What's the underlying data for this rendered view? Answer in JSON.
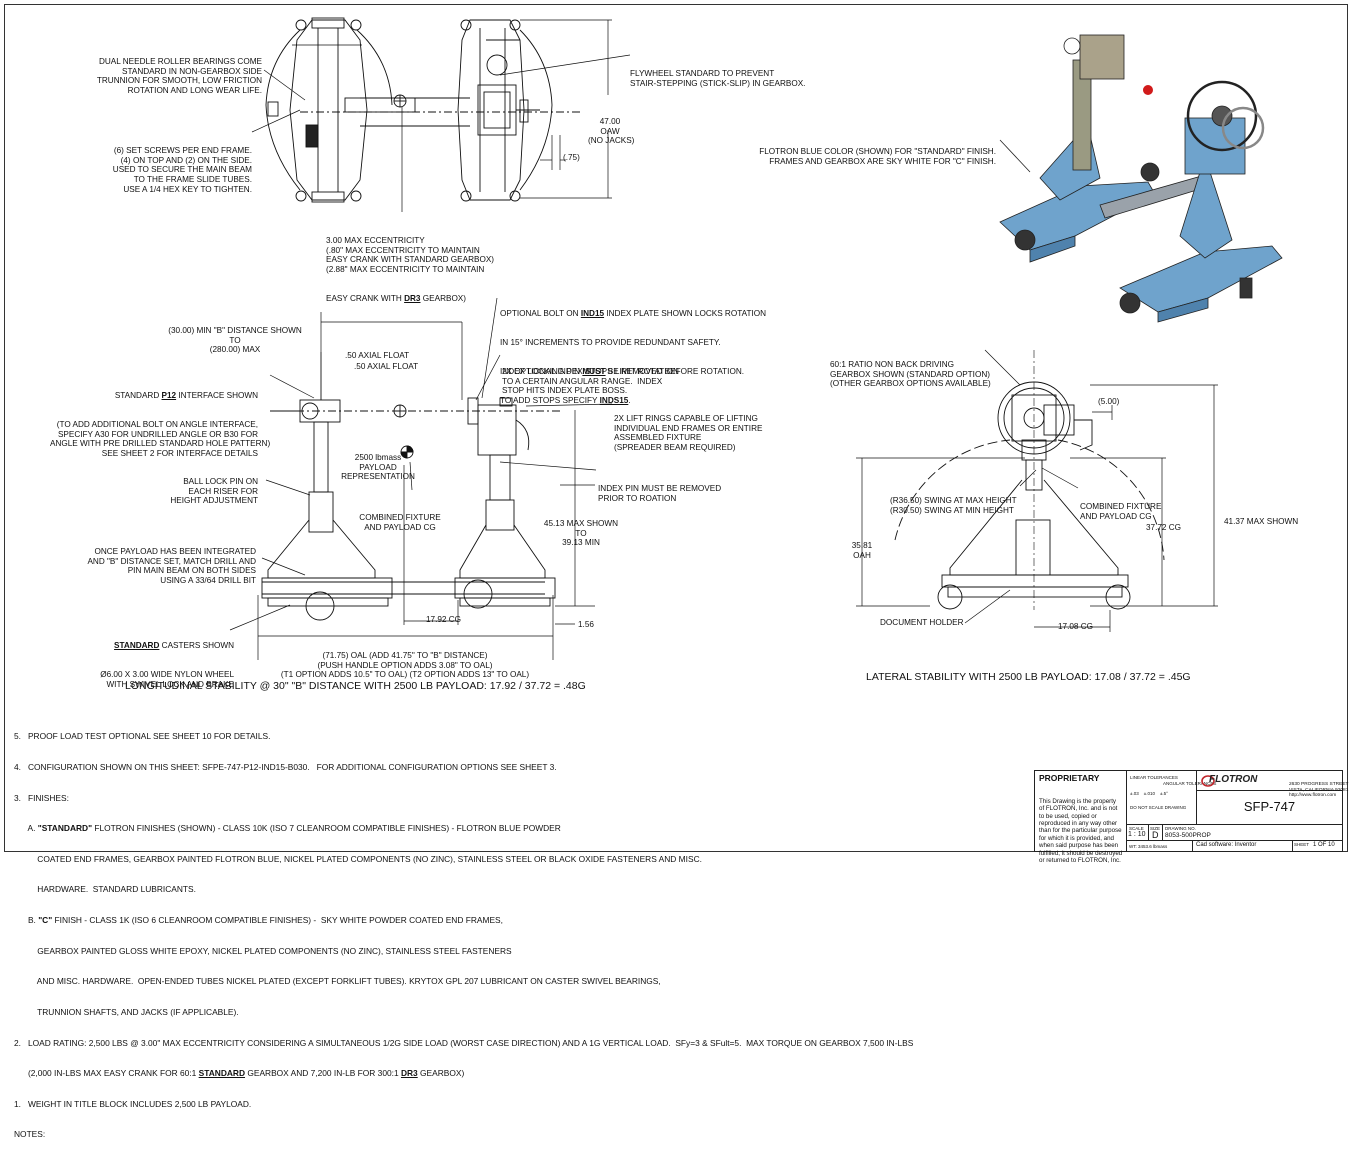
{
  "top_view": {
    "left_notes": [
      "DUAL NEEDLE ROLLER BEARINGS COME",
      "STANDARD IN NON-GEARBOX SIDE",
      "TRUNNION FOR SMOOTH, LOW FRICTION",
      "ROTATION AND LONG WEAR LIFE."
    ],
    "set_screws": [
      "(6) SET SCREWS PER END FRAME.",
      "(4) ON TOP AND (2) ON THE SIDE.",
      "USED TO SECURE THE MAIN BEAM",
      "TO THE FRAME SLIDE TUBES.",
      "USE A 1/4 HEX KEY TO TIGHTEN."
    ],
    "eccentricity": [
      "3.00 MAX ECCENTRICITY",
      "(.80\" MAX ECCENTRICITY TO MAINTAIN",
      "EASY CRANK WITH STANDARD GEARBOX)",
      "(2.88\" MAX ECCENTRICITY TO MAINTAIN"
    ],
    "ecc_last_pre": "EASY CRANK WITH ",
    "ecc_last_bold": "DR3",
    "ecc_last_post": " GEARBOX)",
    "flywheel": [
      "FLYWHEEL STANDARD TO PREVENT",
      "STAIR-STEPPING (STICK-SLIP) IN GEARBOX."
    ],
    "oaw": [
      "47.00",
      "OAW",
      "(NO JACKS)"
    ],
    "dim_75": "(.75)"
  },
  "iso": {
    "note": [
      "FLOTRON BLUE COLOR (SHOWN) FOR \"STANDARD\" FINISH.",
      "FRAMES AND GEARBOX ARE SKY WHITE FOR \"C\" FINISH."
    ]
  },
  "front_view": {
    "b_distance": [
      "(30.00) MIN \"B\" DISTANCE SHOWN",
      "TO",
      "(280.00) MAX"
    ],
    "optional_bolt": {
      "l1_pre": "OPTIONAL BOLT ON ",
      "l1_bold": "IND15",
      "l1_post": " INDEX PLATE SHOWN LOCKS ROTATION",
      "l2": "IN 15° INCREMENTS TO PROVIDE REDUNDANT SAFETY.",
      "l3_pre": "INDEX LOCKING PIN ",
      "l3_bold": "MUST",
      "l3_post": " BE REMOVED BEFORE ROTATION.",
      "l4_pre": "TO ADD STOPS SPECIFY ",
      "l4_bold": "INDS15",
      "l4_post": "."
    },
    "axial1": ".50 AXIAL FLOAT",
    "axial2": ".50 AXIAL FLOAT",
    "index_stops": [
      "2X OPTIONAL INDEX STOPS LIMIT ROTATION",
      "TO A CERTAIN ANGULAR RANGE.  INDEX",
      "STOP HITS INDEX PLATE BOSS."
    ],
    "interface": {
      "l1_pre": "STANDARD ",
      "l1_bold": "P12",
      "l1_post": " INTERFACE SHOWN",
      "rest": [
        "(TO ADD ADDITIONAL BOLT ON ANGLE INTERFACE,",
        "SPECIFY A30 FOR UNDRILLED ANGLE OR B30 FOR",
        "ANGLE WITH PRE DRILLED STANDARD HOLE PATTERN)",
        "SEE SHEET 2 FOR INTERFACE DETAILS"
      ]
    },
    "lift_rings": [
      "2X LIFT RINGS CAPABLE OF LIFTING",
      "INDIVIDUAL END FRAMES OR ENTIRE",
      "ASSEMBLED FIXTURE",
      "(SPREADER BEAM REQUIRED)"
    ],
    "payload": [
      "2500 lbmass",
      "PAYLOAD",
      "REPRESENTATION"
    ],
    "index_pin": [
      "INDEX PIN MUST BE REMOVED",
      "PRIOR TO ROATION"
    ],
    "ball_lock": [
      "BALL LOCK PIN ON",
      "EACH RISER FOR",
      "HEIGHT ADJUSTMENT"
    ],
    "combined_cg": [
      "COMBINED FIXTURE",
      "AND PAYLOAD CG"
    ],
    "max_shown": [
      "45.13 MAX SHOWN",
      "TO",
      "39.13 MIN"
    ],
    "once_payload": [
      "ONCE PAYLOAD HAS BEEN INTEGRATED",
      "AND \"B\" DISTANCE SET, MATCH DRILL AND",
      "PIN MAIN BEAM ON BOTH SIDES",
      "USING A 33/64 DRILL BIT"
    ],
    "casters": {
      "bold": "STANDARD",
      "post": " CASTERS SHOWN",
      "rest": [
        "Ø6.00 X 3.00 WIDE NYLON WHEEL",
        "WITH SWIVEL LOCK AND BRAKE"
      ]
    },
    "cg_dim": "17.92 CG",
    "dim_156": "1.56",
    "oal": [
      "(71.75) OAL (ADD 41.75\" TO \"B\" DISTANCE)",
      "(PUSH HANDLE OPTION ADDS 3.08\" TO OAL)",
      "(T1 OPTION ADDS 10.5\" TO OAL) (T2 OPTION ADDS 13\" TO OAL)"
    ],
    "stability": "LONGITUDINAL STABILITY @ 30\" \"B\" DISTANCE WITH 2500 LB PAYLOAD: 17.92 / 37.72 = .48G"
  },
  "side_view": {
    "gearbox": [
      "60:1 RATIO NON BACK DRIVING",
      "GEARBOX SHOWN (STANDARD OPTION)",
      "(OTHER GEARBOX OPTIONS AVAILABLE)"
    ],
    "dim_5": "(5.00)",
    "swing": [
      "(R36.50) SWING AT MAX HEIGHT",
      "(R30.50) SWING AT MIN HEIGHT"
    ],
    "combined_cg": [
      "COMBINED FIXTURE",
      "AND PAYLOAD CG"
    ],
    "oah": [
      "35.81",
      "OAH"
    ],
    "cg_3772": "37.72 CG",
    "max_4137": "41.37 MAX SHOWN",
    "doc_holder": "DOCUMENT HOLDER",
    "cg_1708": "17.08 CG",
    "stability": "LATERAL STABILITY WITH 2500 LB PAYLOAD: 17.08 / 37.72 = .45G"
  },
  "notes": {
    "n5": "5.   PROOF LOAD TEST OPTIONAL SEE SHEET 10 FOR DETAILS.",
    "n4": "4.   CONFIGURATION SHOWN ON THIS SHEET: SFPE-747-P12-IND15-B030.   FOR ADDITIONAL CONFIGURATION OPTIONS SEE SHEET 3.",
    "n3": "3.   FINISHES:",
    "a_pre": "      A. ",
    "a_bold": "\"STANDARD\"",
    "a_post": " FLOTRON FINISHES (SHOWN) - CLASS 10K (ISO 7 CLEANROOM COMPATIBLE FINISHES) - FLOTRON BLUE POWDER",
    "a2": "          COATED END FRAMES, GEARBOX PAINTED FLOTRON BLUE, NICKEL PLATED COMPONENTS (NO ZINC), STAINLESS STEEL OR BLACK OXIDE FASTENERS AND MISC.",
    "a3": "          HARDWARE.  STANDARD LUBRICANTS.",
    "b_pre": "      B. ",
    "b_bold": "\"C\"",
    "b_post": " FINISH - CLASS 1K (ISO 6 CLEANROOM COMPATIBLE FINISHES) -  SKY WHITE POWDER COATED END FRAMES,",
    "b2": "          GEARBOX PAINTED GLOSS WHITE EPOXY, NICKEL PLATED COMPONENTS (NO ZINC), STAINLESS STEEL FASTENERS",
    "b3": "          AND MISC. HARDWARE.  OPEN-ENDED TUBES NICKEL PLATED (EXCEPT FORKLIFT TUBES). KRYTOX GPL 207 LUBRICANT ON CASTER SWIVEL BEARINGS,",
    "b4": "          TRUNNION SHAFTS, AND JACKS (IF APPLICABLE).",
    "n2": "2.   LOAD RATING: 2,500 LBS @ 3.00\" MAX ECCENTRICITY CONSIDERING A SIMULTANEOUS 1/2G SIDE LOAD (WORST CASE DIRECTION) AND A 1G VERTICAL LOAD.  SFy=3 & SFult=5.  MAX TORQUE ON GEARBOX 7,500 IN-LBS",
    "n2b_pre": "      (2,000 IN-LBS MAX EASY CRANK FOR 60:1 ",
    "n2b_bold1": "STANDARD",
    "n2b_mid": " GEARBOX AND 7,200 IN-LB FOR 300:1 ",
    "n2b_bold2": "DR3",
    "n2b_post": " GEARBOX)",
    "n1": "1.   WEIGHT IN TITLE BLOCK INCLUDES 2,500 LB PAYLOAD.",
    "label": "NOTES:"
  },
  "title_block": {
    "proprietary": "PROPRIETARY",
    "prop_text": [
      "This Drawing is the property",
      "of FLOTRON, Inc. and is not",
      "to be used, copied or",
      "reproduced in any way other",
      "than for the particular purpose",
      "for which it is provided, and",
      "when said purpose has been",
      "fulfilled, it should be destroyed",
      "or returned to FLOTRON, Inc."
    ],
    "logo": "FLOTRON",
    "address": [
      "2630 PROGRESS STREET",
      "VISTA, CALIFORNIA 92081",
      "http://www.flotron.com"
    ],
    "drawing_title": "SFP-747",
    "scale_label": "SCALE",
    "scale": "1 : 10",
    "size_label": "SIZE",
    "size": "D",
    "dwg_no_label": "DRAWING NO.",
    "dwg_no": "8053-500PROP",
    "weight": "WT: 3453.6 lbmass",
    "cad": "Cad software: Inventor",
    "sheet_label": "SHEET",
    "sheet": "1  OF  10",
    "tol1": "LINEAR TOLERANCES",
    "tol2": "ANGULAR TOLERANCES",
    "tolvals": "±.03    ±.010    ±.5°",
    "dnd": "DO NOT SCALE DRAWING"
  },
  "colors": {
    "blue": "#6fa3cc",
    "dark_blue": "#4f82ad",
    "line": "#111111",
    "red": "#d11a1a"
  }
}
